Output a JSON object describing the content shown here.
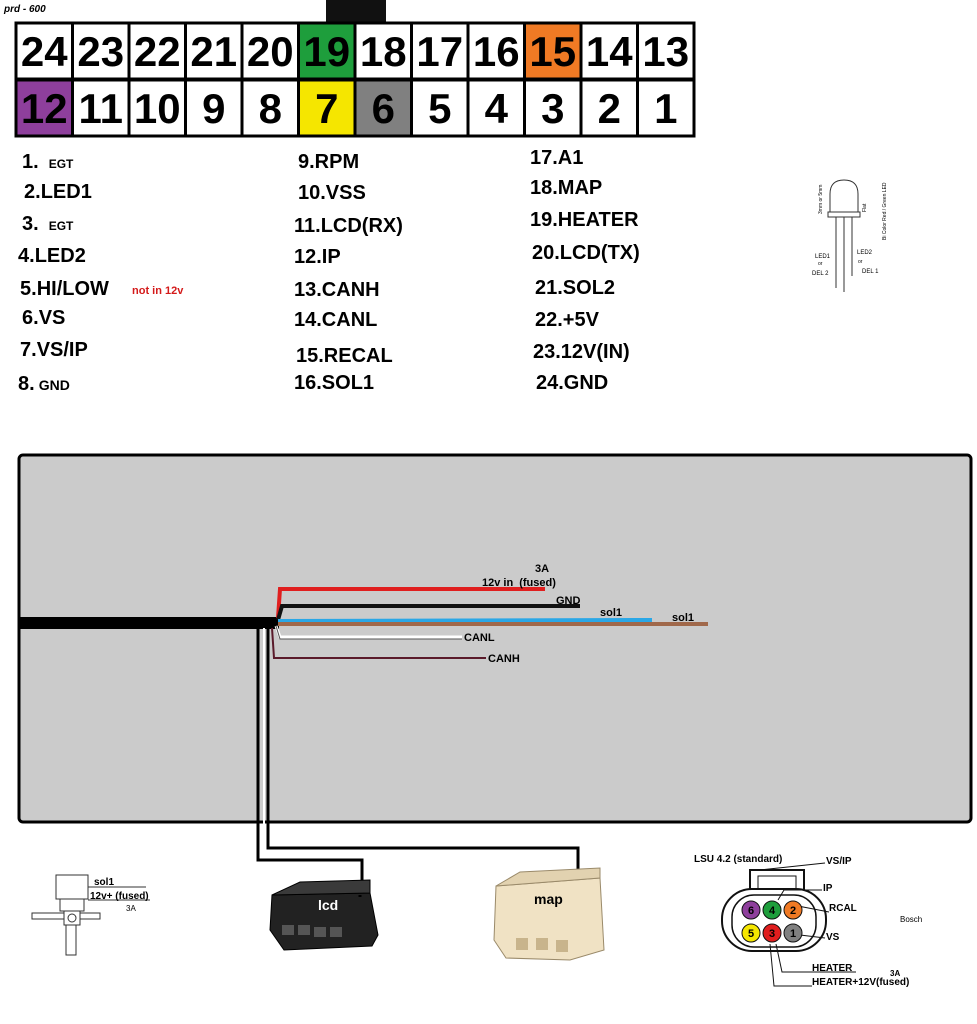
{
  "header_scrawl": "prd - 600",
  "connector": {
    "top_row": [
      {
        "pin": "24",
        "color": "#ffffff"
      },
      {
        "pin": "23",
        "color": "#ffffff"
      },
      {
        "pin": "22",
        "color": "#ffffff"
      },
      {
        "pin": "21",
        "color": "#ffffff"
      },
      {
        "pin": "20",
        "color": "#ffffff"
      },
      {
        "pin": "19",
        "color": "#1e9e3c"
      },
      {
        "pin": "18",
        "color": "#ffffff"
      },
      {
        "pin": "17",
        "color": "#ffffff"
      },
      {
        "pin": "16",
        "color": "#ffffff"
      },
      {
        "pin": "15",
        "color": "#f07a24"
      },
      {
        "pin": "14",
        "color": "#ffffff"
      },
      {
        "pin": "13",
        "color": "#ffffff"
      }
    ],
    "bottom_row": [
      {
        "pin": "12",
        "color": "#8e3f9c"
      },
      {
        "pin": "11",
        "color": "#ffffff"
      },
      {
        "pin": "10",
        "color": "#ffffff"
      },
      {
        "pin": "9",
        "color": "#ffffff"
      },
      {
        "pin": "8",
        "color": "#ffffff"
      },
      {
        "pin": "7",
        "color": "#f5e600"
      },
      {
        "pin": "6",
        "color": "#808080"
      },
      {
        "pin": "5",
        "color": "#ffffff"
      },
      {
        "pin": "4",
        "color": "#ffffff"
      },
      {
        "pin": "3",
        "color": "#ffffff"
      },
      {
        "pin": "2",
        "color": "#ffffff"
      },
      {
        "pin": "1",
        "color": "#ffffff"
      }
    ]
  },
  "pinout_list": {
    "col1": [
      {
        "num": "1.",
        "name": "EGT"
      },
      {
        "num": "2.",
        "name": "LED1"
      },
      {
        "num": "3.",
        "name": "EGT"
      },
      {
        "num": "4.",
        "name": "LED2"
      },
      {
        "num": "5.",
        "name": "HI/LOW"
      },
      {
        "num": "6.",
        "name": "VS"
      },
      {
        "num": "7.",
        "name": "VS/IP"
      },
      {
        "num": "8.",
        "name": "GND"
      }
    ],
    "col1_note": "not in 12v",
    "col2": [
      "9.RPM",
      "10.VSS",
      "11.LCD(RX)",
      "12.IP",
      "13.CANH",
      "14.CANL",
      "15.RECAL",
      "16.SOL1"
    ],
    "col3": [
      "17.A1",
      "18.MAP",
      "19.HEATER",
      "20.LCD(TX)",
      "21.SOL2",
      "22.+5V",
      "23.12V(IN)",
      "24.GND"
    ]
  },
  "led": {
    "size_label": "3mm or 5mm",
    "flat_label": "Flat",
    "bicolor_label": "Bi Color Red / Green LED",
    "led1": "LED1",
    "led2": "LED2",
    "or1": "or",
    "or2": "or",
    "del2": "DEL 2",
    "del1": "DEL 1"
  },
  "wiring": {
    "fuse_rating": "3A",
    "wires": [
      {
        "label": "12v in",
        "note": "(fused)",
        "color": "#e01e1e"
      },
      {
        "label": "GND",
        "color": "#111111"
      },
      {
        "label": "sol1",
        "color": "#2aa7e6"
      },
      {
        "label": "sol1",
        "color": "#a0684a"
      },
      {
        "label": "CANL",
        "color": "#ffffff"
      },
      {
        "label": "CANH",
        "color": "#5a1a2a"
      }
    ]
  },
  "solenoid": {
    "label1": "sol1",
    "label2": "12v+ (fused)",
    "label3": "3A"
  },
  "lcd_connector_label": "lcd",
  "map_connector_label": "map",
  "lsu": {
    "title": "LSU 4.2 (standard)",
    "brand": "Bosch",
    "labels": {
      "vsip": "VS/IP",
      "ip": "IP",
      "rcal": "RCAL",
      "vs": "VS",
      "heater": "HEATER",
      "fuse": "3A",
      "heater12": "HEATER+12V(fused)"
    },
    "pins": [
      {
        "pin": "6",
        "color": "#8e3f9c"
      },
      {
        "pin": "4",
        "color": "#1e9e3c"
      },
      {
        "pin": "2",
        "color": "#f07a24"
      },
      {
        "pin": "5",
        "color": "#f5e600"
      },
      {
        "pin": "3",
        "color": "#e01e1e"
      },
      {
        "pin": "1",
        "color": "#808080"
      }
    ]
  }
}
